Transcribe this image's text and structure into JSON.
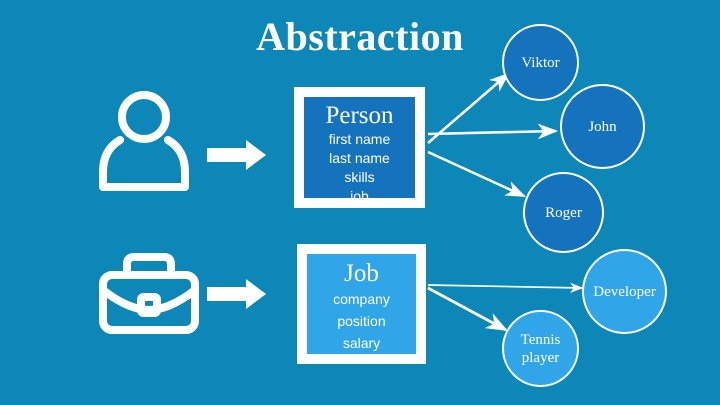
{
  "theme": {
    "background": "#0d87b8",
    "stroke": "#ffffff",
    "person_fill": "#1573bd",
    "job_fill": "#30a5e8"
  },
  "title": "Abstraction",
  "icons": {
    "person": "person-icon",
    "briefcase": "briefcase-icon",
    "arrow": "arrow-right-icon"
  },
  "classes": [
    {
      "id": "person",
      "title": "Person",
      "attributes": [
        "first name",
        "last name",
        "skills",
        "job"
      ]
    },
    {
      "id": "job",
      "title": "Job",
      "attributes": [
        "company",
        "position",
        "salary"
      ]
    }
  ],
  "instances": [
    {
      "id": "viktor",
      "label": "Viktor",
      "of": "person"
    },
    {
      "id": "john",
      "label": "John",
      "of": "person"
    },
    {
      "id": "roger",
      "label": "Roger",
      "of": "person"
    },
    {
      "id": "developer",
      "label": "Developer",
      "of": "job"
    },
    {
      "id": "tennis",
      "label": "Tennis player",
      "of": "job"
    }
  ]
}
